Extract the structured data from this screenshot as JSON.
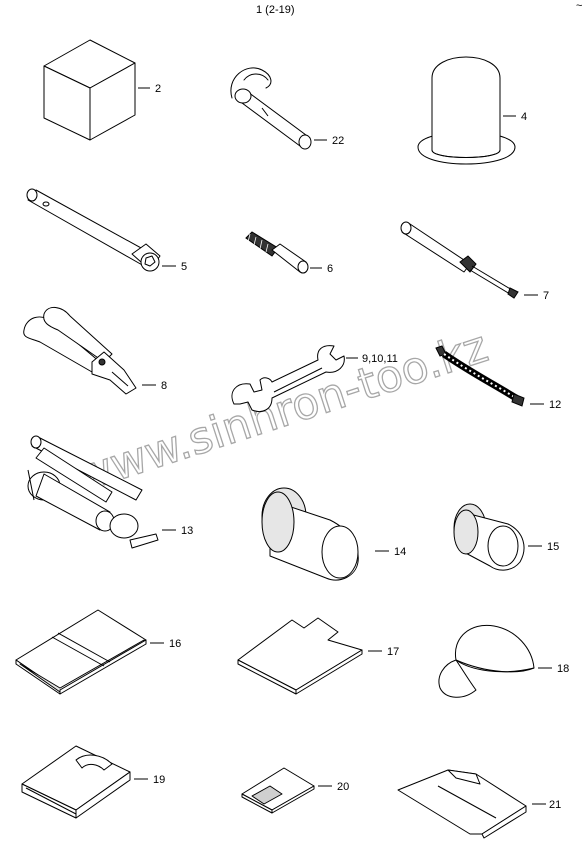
{
  "header": {
    "title": "1 (2-19)",
    "corner_mark": "~"
  },
  "watermark": "www.sinhron-too.kz",
  "parts": [
    {
      "id": "cube",
      "label": "2"
    },
    {
      "id": "hook-pin",
      "label": "22"
    },
    {
      "id": "dome-cap",
      "label": "4"
    },
    {
      "id": "box-wrench-rod",
      "label": "5"
    },
    {
      "id": "threaded-pin",
      "label": "6"
    },
    {
      "id": "screwdriver",
      "label": "7"
    },
    {
      "id": "pliers",
      "label": "8"
    },
    {
      "id": "open-end-wrench",
      "label": "9,10,11"
    },
    {
      "id": "flex-hose",
      "label": "12"
    },
    {
      "id": "puller-tool",
      "label": "13"
    },
    {
      "id": "large-cup",
      "label": "14"
    },
    {
      "id": "small-cup",
      "label": "15"
    },
    {
      "id": "manual-book",
      "label": "16"
    },
    {
      "id": "notched-sheet",
      "label": "17"
    },
    {
      "id": "cap",
      "label": "18"
    },
    {
      "id": "tool-pouch",
      "label": "19"
    },
    {
      "id": "small-card",
      "label": "20"
    },
    {
      "id": "envelope",
      "label": "21"
    }
  ]
}
